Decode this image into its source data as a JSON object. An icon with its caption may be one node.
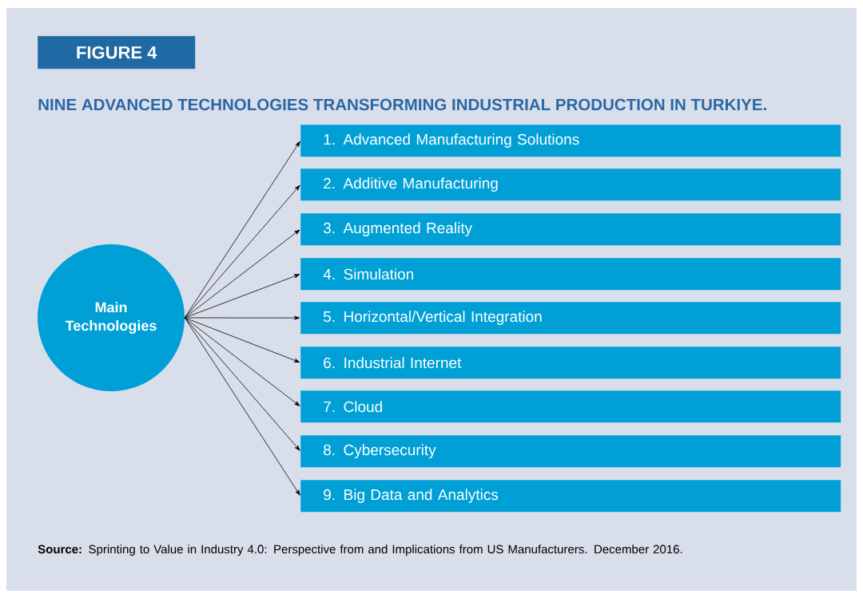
{
  "diagram": {
    "title": "NINE ADVANCED TECHNOLOGIES TRANSFORMING INDUSTRIAL PRODUCTION IN TURKIYE.",
    "caption": "**Source:** Sprinting to Value in Industry 4.0: Perspective from and Implications from US Manufacturers. December 2016.",
    "nodes": [
      {
        "text": [
          "FIGURE 4"
        ]
      },
      {
        "text": [
          "Main Technologies"
        ]
      },
      {
        "text": [
          "1. Advanced Manufacturing Solutions"
        ]
      },
      {
        "text": [
          "2. Additive Manufacturing"
        ]
      },
      {
        "text": [
          "3. Augmented Reality"
        ]
      },
      {
        "text": [
          "4. Simulation"
        ]
      },
      {
        "text": [
          "5. Horizontal/Vertical Integration"
        ]
      },
      {
        "text": [
          "6. Industrial Internet"
        ]
      },
      {
        "text": [
          "7. Cloud"
        ]
      },
      {
        "text": [
          "8. Cybersecurity"
        ]
      },
      {
        "text": [
          "9. Big Data and Analytics"
        ]
      }
    ],
    "edges": [
      {
        "from": 1,
        "to": 2,
        "arrow": "to"
      },
      {
        "from": 1,
        "to": 3,
        "arrow": "to"
      },
      {
        "from": 1,
        "to": 4,
        "arrow": "to"
      },
      {
        "from": 1,
        "to": 5,
        "arrow": "to"
      },
      {
        "from": 1,
        "to": 6,
        "arrow": "to"
      },
      {
        "from": 1,
        "to": 7,
        "arrow": "to"
      },
      {
        "from": 1,
        "to": 8,
        "arrow": "to"
      },
      {
        "from": 1,
        "to": 9,
        "arrow": "to"
      },
      {
        "from": 1,
        "to": 10,
        "arrow": "to"
      }
    ]
  }
}
